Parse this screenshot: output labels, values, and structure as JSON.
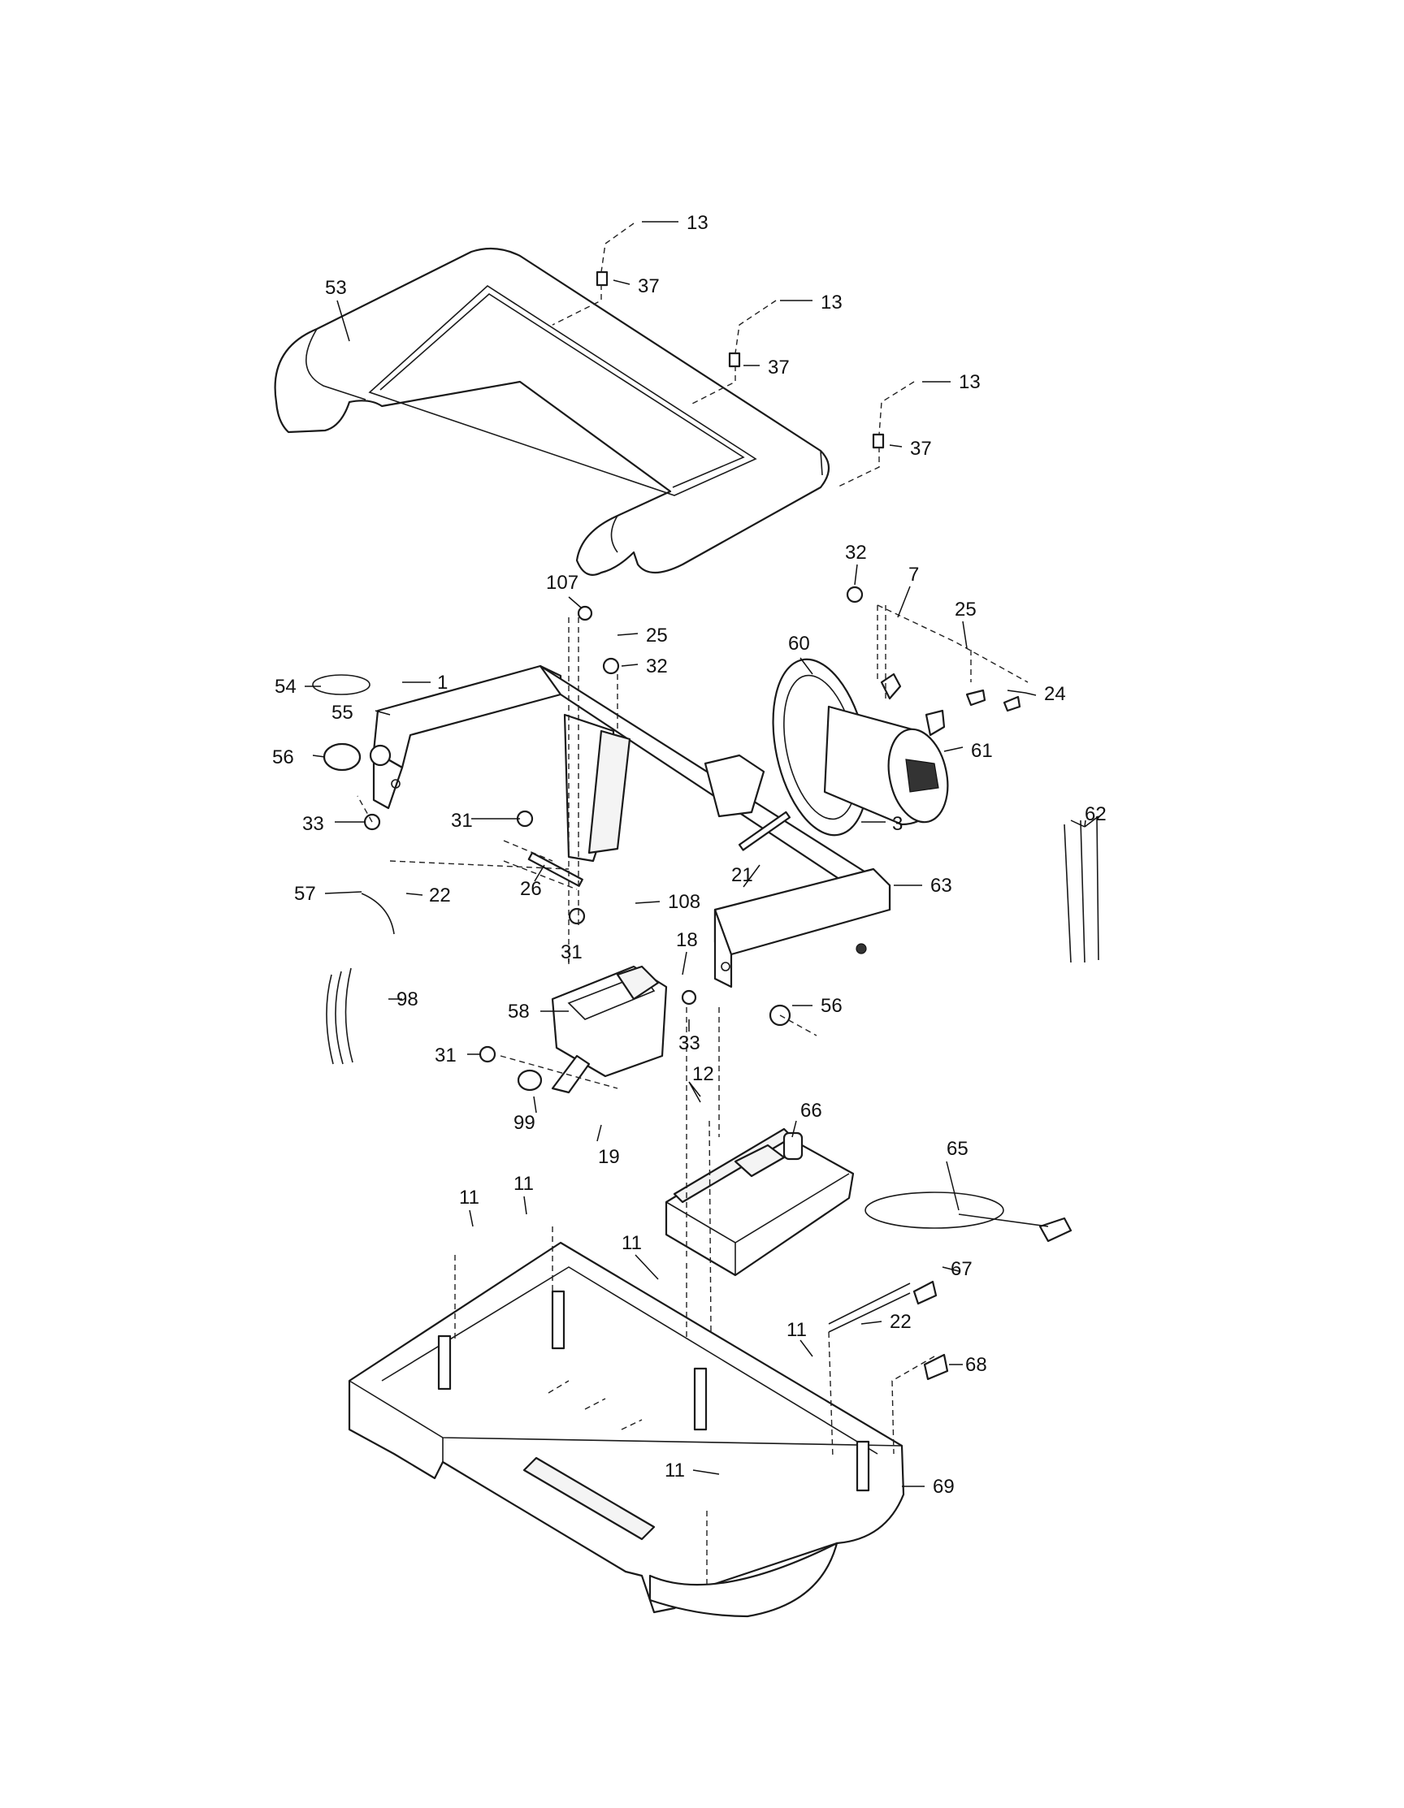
{
  "callouts": [
    "13",
    "37",
    "13",
    "37",
    "13",
    "37",
    "53",
    "107",
    "25",
    "32",
    "32",
    "7",
    "25",
    "60",
    "24",
    "61",
    "54",
    "1",
    "55",
    "56",
    "33",
    "31",
    "3",
    "62",
    "21",
    "63",
    "57",
    "22",
    "26",
    "108",
    "18",
    "31",
    "98",
    "58",
    "33",
    "56",
    "31",
    "12",
    "66",
    "99",
    "19",
    "65",
    "11",
    "11",
    "11",
    "67",
    "22",
    "11",
    "68",
    "69",
    "11"
  ]
}
